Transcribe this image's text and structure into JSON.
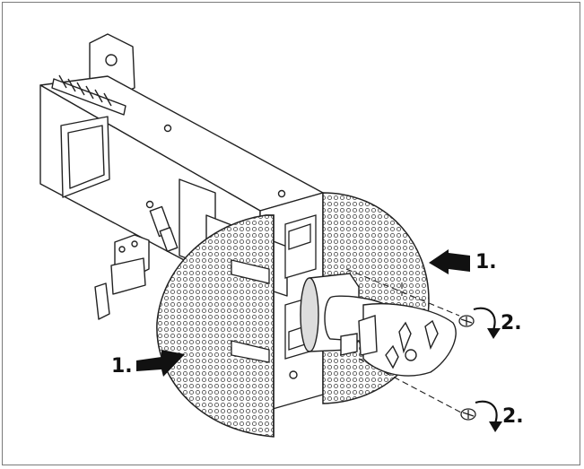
{
  "figure": {
    "description_labels": {
      "step_one_right": "1.",
      "step_one_left": "1.",
      "step_two_upper": "2.",
      "step_two_lower": "2."
    },
    "colors": {
      "line": "#222222",
      "arrow_fill": "#111111",
      "mesh_fill": "#e8e8e8",
      "frame": "#7a7a7a"
    }
  }
}
